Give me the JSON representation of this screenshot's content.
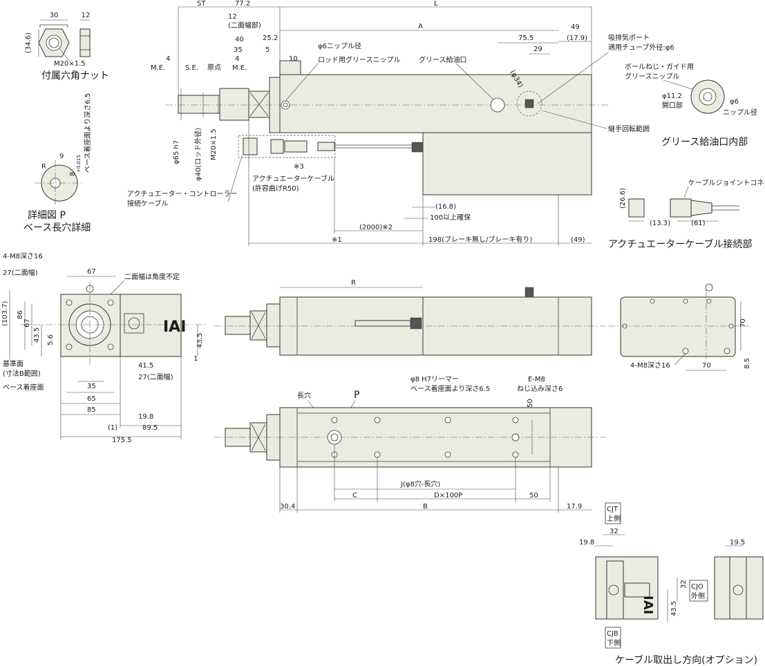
{
  "nut": {
    "w": "30",
    "h": "(34.6)",
    "t": "12",
    "thread": "M20×1.5",
    "caption": "付属六角ナット"
  },
  "detail_p": {
    "d9": "9",
    "r": "R",
    "depth": "8",
    "tol": "+0.015",
    "tol0": "0",
    "note": "ベース着座面より深さ6.5",
    "caption1": "詳細図 P",
    "caption2": "ベース長穴詳細"
  },
  "top": {
    "st": "ST",
    "d772": "77.2",
    "L": "L",
    "A": "A",
    "d49": "49",
    "d179": "(17.9)",
    "d12": "12",
    "flat": "(二面幅部)",
    "d40": "40",
    "d252": "25.2",
    "d35": "35",
    "d5": "5",
    "d10": "10",
    "d4a": "4",
    "d4b": "4",
    "me": "M.E.",
    "se": "S.E.",
    "origin": "原点",
    "me2": "M.E.",
    "nipple6": "φ6ニップル径",
    "rodgrease": "ロッド用グリースニップル",
    "grease_port": "グリース給油口",
    "d755": "75.5",
    "d29": "29",
    "d34": "(φ34)",
    "exhaust1": "吸排気ポート",
    "exhaust2": "適用チューブ外径:φ6",
    "joint": "継手回転範囲",
    "d65": "φ65 h7",
    "d40rod": "φ40(ロッド外径)",
    "m20": "M20×1.5",
    "ref3": "※3",
    "cable1": "アクチュエーターケーブル",
    "cable2": "(許容曲げR50)",
    "ctrl1": "アクチュエーター・コントローラー",
    "ctrl2": "接続ケーブル",
    "d168": "(16.8)",
    "d100": "100以上確保",
    "d2000": "(2000)※2",
    "ref1": "※1",
    "d198": "198(ブレーキ無し/ブレーキ有り)",
    "d49b": "(49)"
  },
  "grease_inside": {
    "ball1": "ボールねじ・ガイド用",
    "ball2": "グリースニップル",
    "open1": "φ11.2",
    "open2": "開口部",
    "nip1": "φ6",
    "nip2": "ニップル径",
    "caption": "グリース給油口内部"
  },
  "cable_conn": {
    "label": "ケーブルジョイントコネクター",
    "d266": "(26.6)",
    "d133": "(13.3)",
    "d61": "(61)",
    "caption": "アクチュエーターケーブル接続部"
  },
  "front": {
    "m8": "4-M8深さ16",
    "flat27": "27(二面幅)",
    "d67": "67",
    "angle": "二面幅は角度不定",
    "d1037": "(103.7)",
    "d86": "86",
    "d67v": "67",
    "d435": "43.5",
    "d56": "5.6",
    "d435r": "43.5",
    "d1": "1",
    "ref_face1": "基準面",
    "ref_face2": "(寸法B範囲)",
    "base_face": "ベース着座面",
    "d415": "41.5",
    "flat27b": "27(二面幅)",
    "d35": "35",
    "d65": "65",
    "d85": "85",
    "d198": "19.8",
    "d1p": "(1)",
    "d895": "89.5",
    "d1755": "175.5",
    "logo": "IAI"
  },
  "side": {
    "R": "R"
  },
  "rear": {
    "m8": "4-M8深さ16",
    "d70": "70",
    "d70v": "70",
    "d85": "8.5"
  },
  "bottom": {
    "long_hole": "長穴",
    "P": "P",
    "ream1": "φ8 H7リーマー",
    "ream2": "ベース着座面より深さ6.5",
    "em8a": "E-M8",
    "em8b": "ねじ込み深さ6",
    "d50v": "50",
    "J": "J(φ8穴-長穴)",
    "C": "C",
    "D": "D×100P",
    "d50": "50",
    "d304": "30.4",
    "B": "B",
    "d179": "17.9"
  },
  "options": {
    "cjt1": "CJT",
    "cjt2": "上側",
    "d32": "32",
    "d198": "19.8",
    "d195": "19.5",
    "cjo1": "CJO",
    "cjo2": "外側",
    "d32v": "32",
    "d435": "43.5",
    "cjb1": "CJB",
    "cjb2": "下側",
    "caption": "ケーブル取出し方向(オプション)"
  }
}
